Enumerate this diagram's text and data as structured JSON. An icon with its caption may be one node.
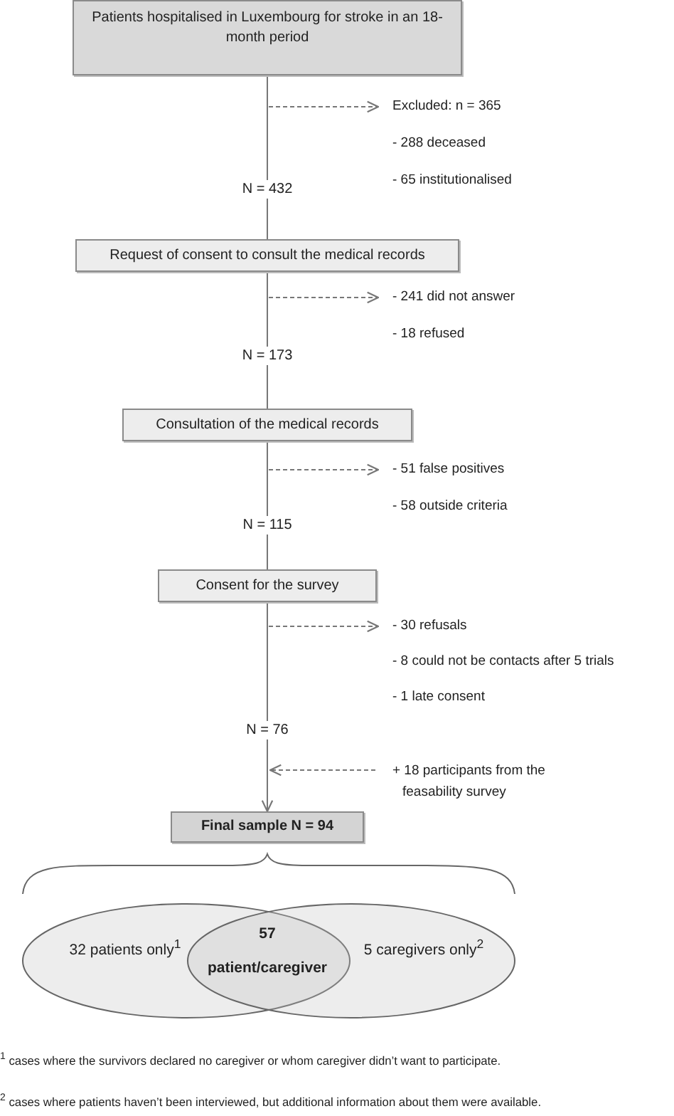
{
  "diagram": {
    "nodes": [
      {
        "text": [
          "Patients hospitalised in Luxembourg for stroke in an 18-month period"
        ]
      },
      {
        "text": [
          "Request of consent to consult the medical records"
        ]
      },
      {
        "text": [
          "Consultation of the medical records"
        ]
      },
      {
        "text": [
          "Consent for the survey"
        ]
      },
      {
        "text": [
          "Final sample N = 94"
        ]
      },
      {
        "text": [
          "Excluded: n = 365",
          "- 288 deceased",
          "- 65 institutionalised"
        ]
      },
      {
        "text": [
          "- 241 did not answer",
          "- 18 refused"
        ]
      },
      {
        "text": [
          "- 51 false positives",
          "- 58 outside criteria"
        ]
      },
      {
        "text": [
          "- 30 refusals",
          "- 8 could not be contacts after 5 trials",
          "- 1 late consent"
        ]
      },
      {
        "text": [
          "+ 18 participants from the feasability survey"
        ]
      },
      {
        "text": [
          "32 patients only$^{1}$"
        ]
      },
      {
        "text": [
          "5 caregivers only$^{2}$"
        ]
      },
      {
        "text": [
          "57",
          "patient/caregiver"
        ]
      }
    ],
    "edges": [
      {
        "from": 0,
        "to": 1,
        "arrow": "none",
        "label": "N = 432"
      },
      {
        "from": 1,
        "to": 2,
        "arrow": "none",
        "label": "N = 173"
      },
      {
        "from": 2,
        "to": 3,
        "arrow": "none",
        "label": "N = 115"
      },
      {
        "from": 3,
        "to": 4,
        "arrow": "to",
        "label": "N = 76"
      },
      {
        "from": null,
        "to": 5,
        "arrow": "to",
        "style": "dashed"
      },
      {
        "from": null,
        "to": 6,
        "arrow": "to",
        "style": "dashed"
      },
      {
        "from": null,
        "to": 7,
        "arrow": "to",
        "style": "dashed"
      },
      {
        "from": null,
        "to": 8,
        "arrow": "to",
        "style": "dashed"
      },
      {
        "from": 9,
        "to": null,
        "arrow": "to",
        "style": "dashed"
      }
    ],
    "labels": [
      "$^{1}$ cases where the survivors declared no caregiver or whom caregiver didn’t want to participate.",
      "$^{2}$ cases where patients haven’t been interviewed, but additional information about them were available."
    ]
  }
}
